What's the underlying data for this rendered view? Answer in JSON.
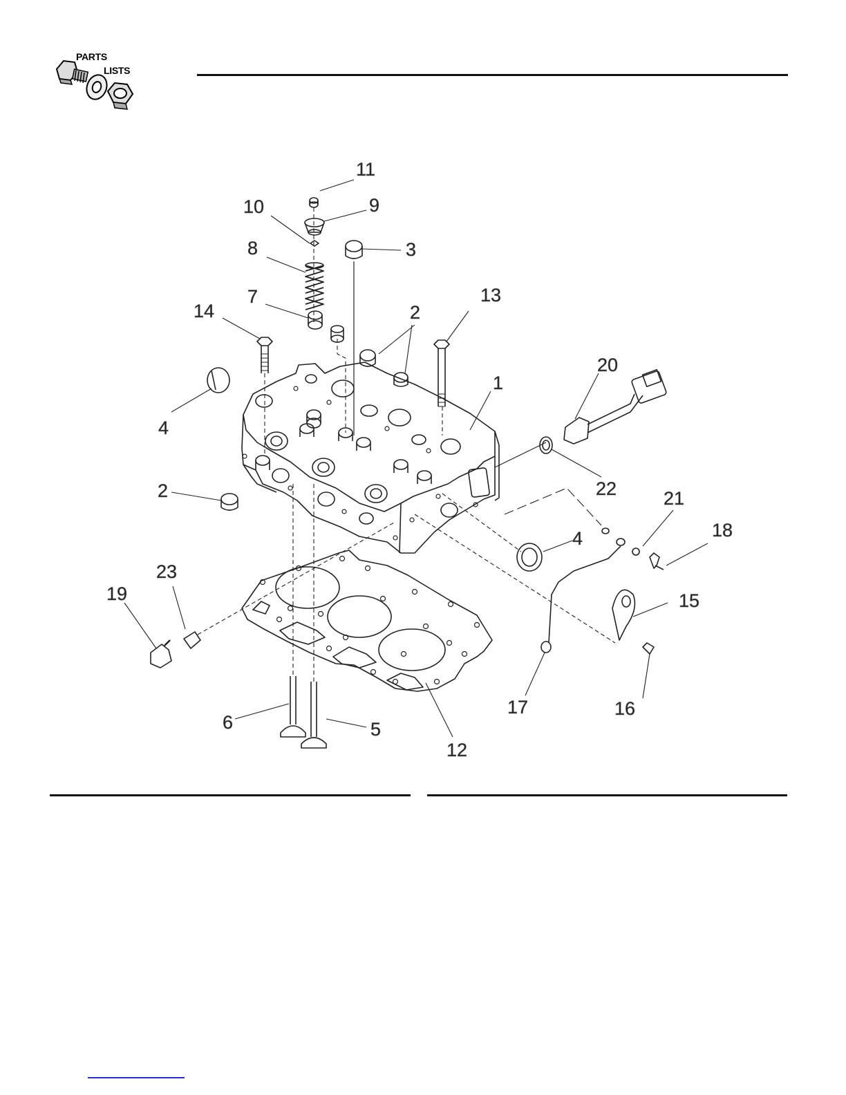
{
  "logo": {
    "line1": "PARTS",
    "line2": "LISTS"
  },
  "callouts": [
    {
      "id": "c1",
      "label": "1"
    },
    {
      "id": "c2a",
      "label": "2"
    },
    {
      "id": "c2b",
      "label": "2"
    },
    {
      "id": "c3",
      "label": "3"
    },
    {
      "id": "c4a",
      "label": "4"
    },
    {
      "id": "c4b",
      "label": "4"
    },
    {
      "id": "c5",
      "label": "5"
    },
    {
      "id": "c6",
      "label": "6"
    },
    {
      "id": "c7",
      "label": "7"
    },
    {
      "id": "c8",
      "label": "8"
    },
    {
      "id": "c9",
      "label": "9"
    },
    {
      "id": "c10",
      "label": "10"
    },
    {
      "id": "c11",
      "label": "11"
    },
    {
      "id": "c12",
      "label": "12"
    },
    {
      "id": "c13",
      "label": "13"
    },
    {
      "id": "c14",
      "label": "14"
    },
    {
      "id": "c15",
      "label": "15"
    },
    {
      "id": "c16",
      "label": "16"
    },
    {
      "id": "c17",
      "label": "17"
    },
    {
      "id": "c18",
      "label": "18"
    },
    {
      "id": "c19",
      "label": "19"
    },
    {
      "id": "c20",
      "label": "20"
    },
    {
      "id": "c21",
      "label": "21"
    },
    {
      "id": "c22",
      "label": "22"
    },
    {
      "id": "c23",
      "label": "23"
    }
  ]
}
